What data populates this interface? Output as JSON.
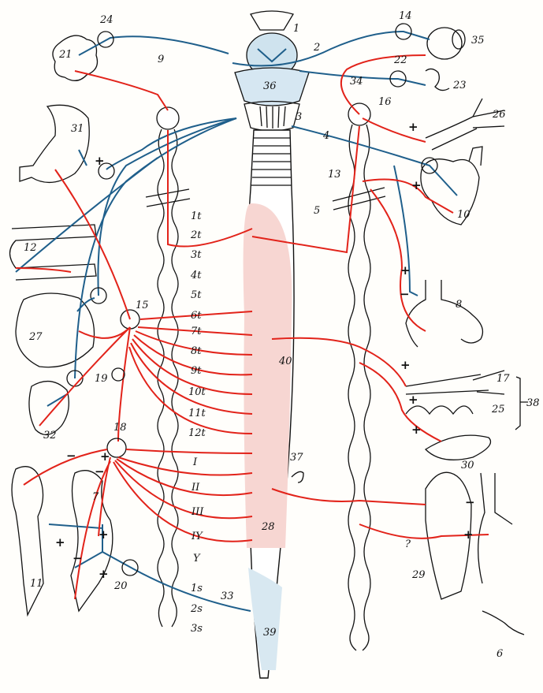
{
  "colors": {
    "sympathetic": "#e2231a",
    "parasympathetic": "#1f5f8b",
    "outline": "#111111",
    "paper": "#fffefb"
  },
  "segment_labels": {
    "thoracic": [
      "1t",
      "2t",
      "3t",
      "4t",
      "5t",
      "6t",
      "7t",
      "8t",
      "9t",
      "10t",
      "11t",
      "12t"
    ],
    "lumbar": [
      "I",
      "II",
      "III",
      "IY",
      "Y"
    ],
    "sacral": [
      "1s",
      "2s",
      "3s"
    ]
  },
  "signs": {
    "plus": "+",
    "minus": "−",
    "question": "?"
  },
  "numbers": {
    "n1": "1",
    "n2": "2",
    "n3": "3",
    "n4": "4",
    "n5": "5",
    "n6": "6",
    "n7": "7",
    "n8": "8",
    "n9": "9",
    "n10": "10",
    "n11": "11",
    "n12": "12",
    "n13": "13",
    "n14": "14",
    "n15": "15",
    "n16": "16",
    "n17": "17",
    "n18": "18",
    "n19": "19",
    "n20": "20",
    "n21": "21",
    "n22": "22",
    "n23": "23",
    "n24": "24",
    "n25": "25",
    "n26": "26",
    "n27": "27",
    "n28": "28",
    "n29": "29",
    "n30": "30",
    "n31": "31",
    "n32": "32",
    "n33": "33",
    "n34": "34",
    "n35": "35",
    "n36": "36",
    "n37": "37",
    "n38": "38",
    "n39": "39",
    "n40": "40"
  }
}
